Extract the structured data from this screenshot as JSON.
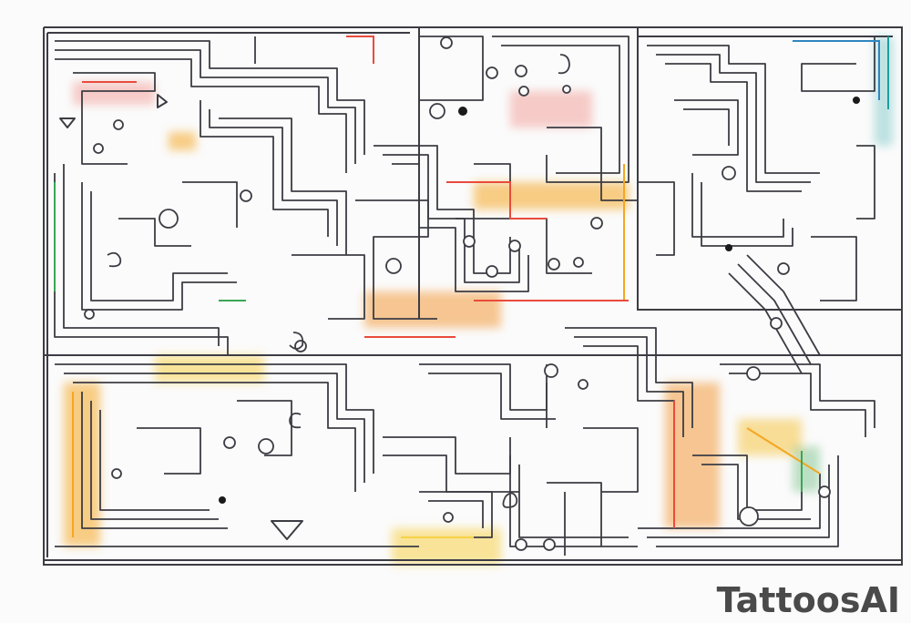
{
  "watermark": {
    "text": "TattoosAI"
  },
  "palette": {
    "line": "#3c3c44",
    "glow": [
      "#e94b3c",
      "#f5a623",
      "#f7d046",
      "#3aa655",
      "#2e86c1",
      "#1b9e9e"
    ]
  },
  "icons": [
    "circuit-trace",
    "solder-pad",
    "triangle-marker",
    "dot-marker"
  ]
}
